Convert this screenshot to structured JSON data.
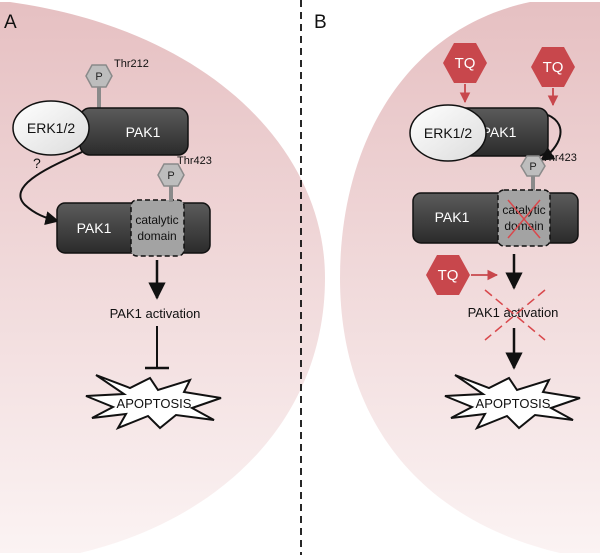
{
  "panels": {
    "left": {
      "label": "A"
    },
    "right": {
      "label": "B"
    }
  },
  "left": {
    "phospho_site_top": "Thr212",
    "phospho_site_domain": "Thr423",
    "phospho_symbol": "P",
    "erk_label": "ERK1/2",
    "pak_label": "PAK1",
    "question_mark": "?",
    "pak_domain_label": "PAK1",
    "catalytic_line1": "catalytic",
    "catalytic_line2": "domain",
    "activation_label": "PAK1 activation",
    "apoptosis_label": "APOPTOSIS"
  },
  "right": {
    "tq_label": "TQ",
    "erk_label": "ERK1/2",
    "pak_label": "PAK1",
    "phospho_symbol": "P",
    "phospho_site_domain": "Thr423",
    "pak_domain_label": "PAK1",
    "catalytic_line1": "catalytic",
    "catalytic_line2": "domain",
    "activation_label": "PAK1 activation",
    "apoptosis_label": "APOPTOSIS"
  },
  "colors": {
    "background_tint": "#e9c3c5",
    "tq_red": "#c8474c",
    "inhibit_cross": "#d9484c",
    "dark_box": "#3a3a3a",
    "grey_domain": "#9e9e9e"
  }
}
